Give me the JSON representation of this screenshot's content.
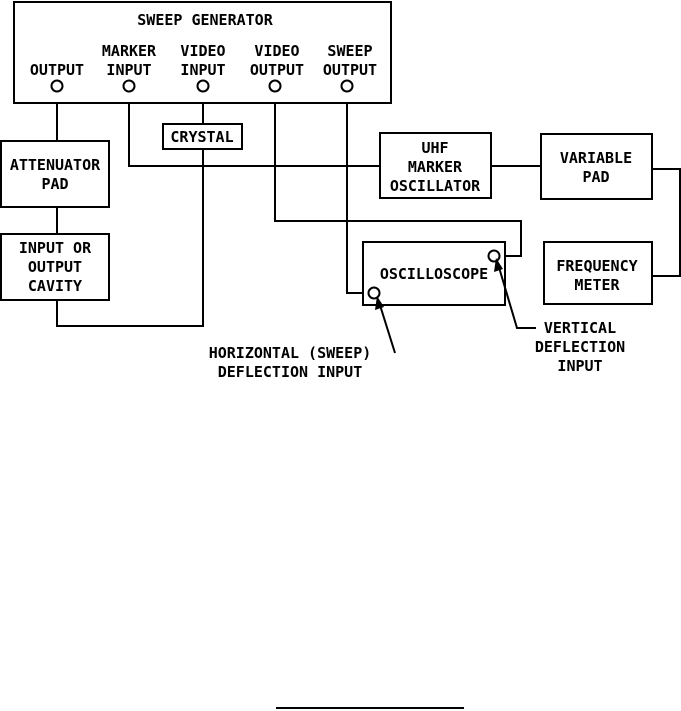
{
  "generator": {
    "title": "SWEEP GENERATOR",
    "ports": [
      {
        "line1": "",
        "line2": "OUTPUT"
      },
      {
        "line1": "MARKER",
        "line2": "INPUT"
      },
      {
        "line1": "VIDEO",
        "line2": "INPUT"
      },
      {
        "line1": "VIDEO",
        "line2": "OUTPUT"
      },
      {
        "line1": "SWEEP",
        "line2": "OUTPUT"
      }
    ]
  },
  "blocks": {
    "crystal": [
      "CRYSTAL"
    ],
    "attenuator": [
      "ATTENUATOR",
      "PAD"
    ],
    "cavity": [
      "INPUT OR",
      "OUTPUT",
      "CAVITY"
    ],
    "uhf": [
      "UHF",
      "MARKER",
      "OSCILLATOR"
    ],
    "variable_pad": [
      "VARIABLE",
      "PAD"
    ],
    "oscilloscope": [
      "OSCILLOSCOPE"
    ],
    "frequency_meter": [
      "FREQUENCY",
      "METER"
    ]
  },
  "callouts": {
    "horizontal": [
      "HORIZONTAL (SWEEP)",
      "DEFLECTION INPUT"
    ],
    "vertical": [
      "VERTICAL",
      "DEFLECTION",
      "INPUT"
    ]
  }
}
